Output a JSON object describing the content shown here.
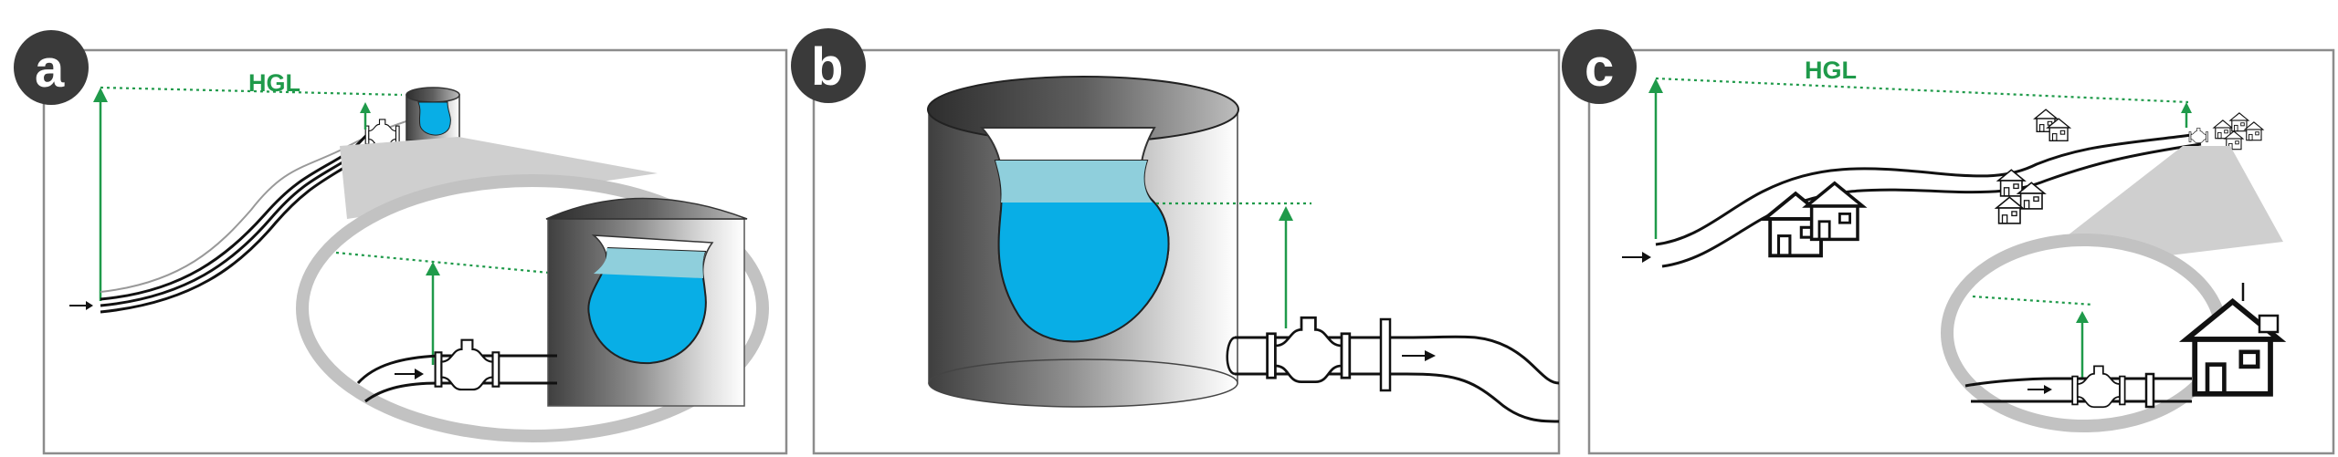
{
  "panels": [
    {
      "id": "a",
      "label": "a",
      "hgl_label": "HGL"
    },
    {
      "id": "b",
      "label": "b"
    },
    {
      "id": "c",
      "label": "c",
      "hgl_label": "HGL"
    }
  ],
  "colors": {
    "hgl": "#1f9a4a",
    "water": "#08aee6",
    "water_surface": "#8fcfdc",
    "badge": "#3a3a3a",
    "magnifier": "#c2c2c2",
    "frame": "#8c8c8c"
  },
  "icons": [
    "flow-arrow-icon",
    "valve-icon",
    "house-icon",
    "tank-icon"
  ]
}
